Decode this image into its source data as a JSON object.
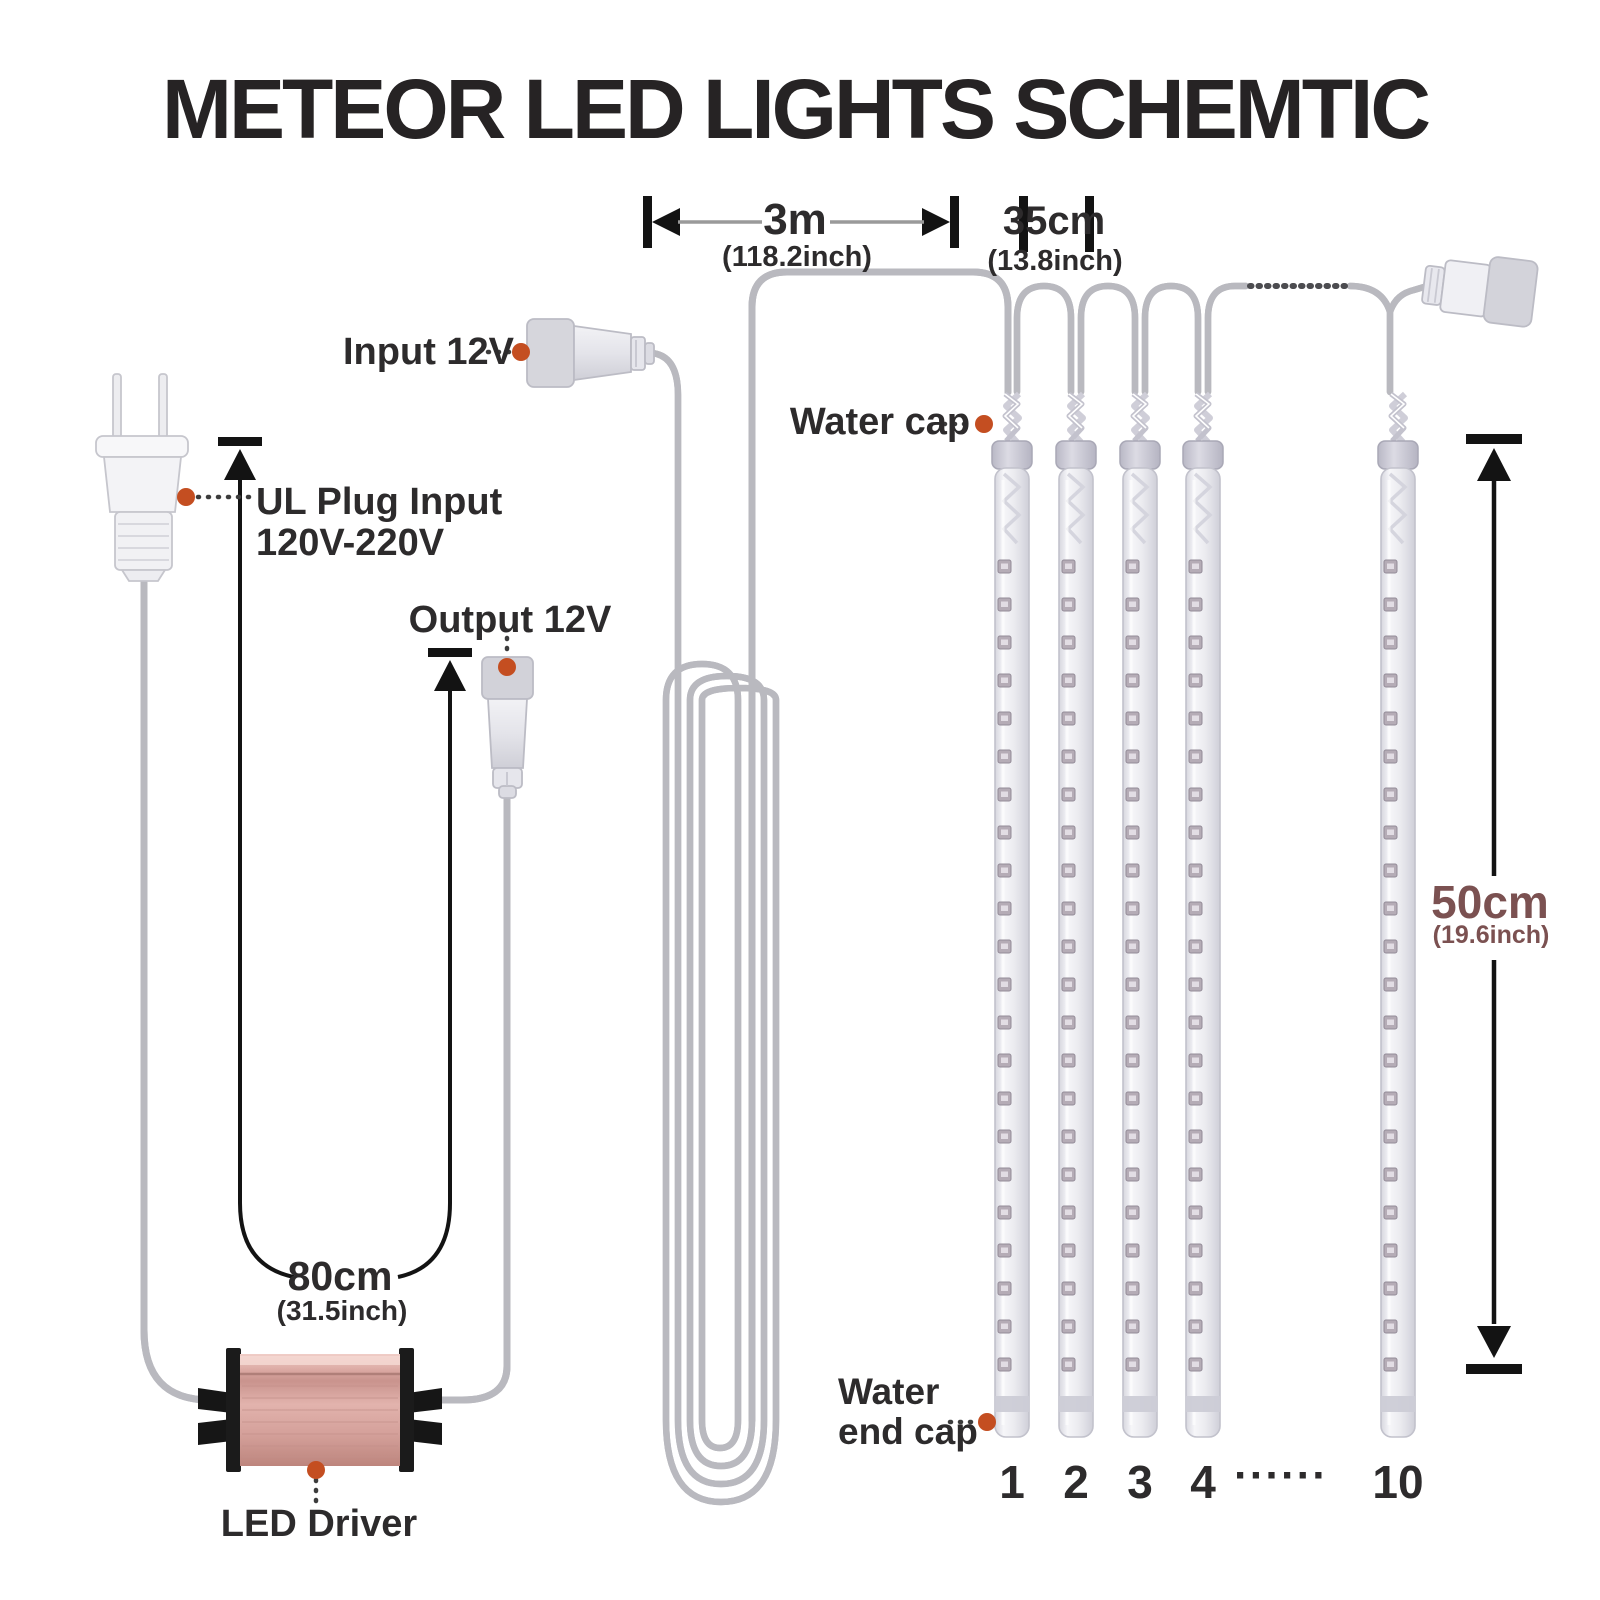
{
  "title": "METEOR LED LIGHTS SCHEMTIC",
  "labels": {
    "input": "Input 12V",
    "ul_plug_line1": "UL Plug Input",
    "ul_plug_line2": "120V-220V",
    "output": "Output 12V",
    "water_cap": "Water cap",
    "water_end_cap_line1": "Water",
    "water_end_cap_line2": "end cap",
    "led_driver": "LED Driver"
  },
  "dimensions": {
    "wire_3m": {
      "value": "3m",
      "inch": "(118.2inch)"
    },
    "spacing_35cm": {
      "value": "35cm",
      "inch": "(13.8inch)"
    },
    "tube_50cm": {
      "value": "50cm",
      "inch": "(19.6inch)"
    },
    "cord_80cm": {
      "value": "80cm",
      "inch": "(31.5inch)"
    }
  },
  "tube_numbers": [
    "1",
    "2",
    "3",
    "4",
    "······",
    "10"
  ],
  "colors": {
    "leader_dot_accent": "#c44e21",
    "dim_50cm_text": "#7b5151",
    "driver_body_rose_gold": "#d9a9a3",
    "dimension_line": "#131313",
    "wire_gray": "#b9b9bf",
    "tube_fill": "#ececf1",
    "label_text": "#2d2b2c"
  }
}
